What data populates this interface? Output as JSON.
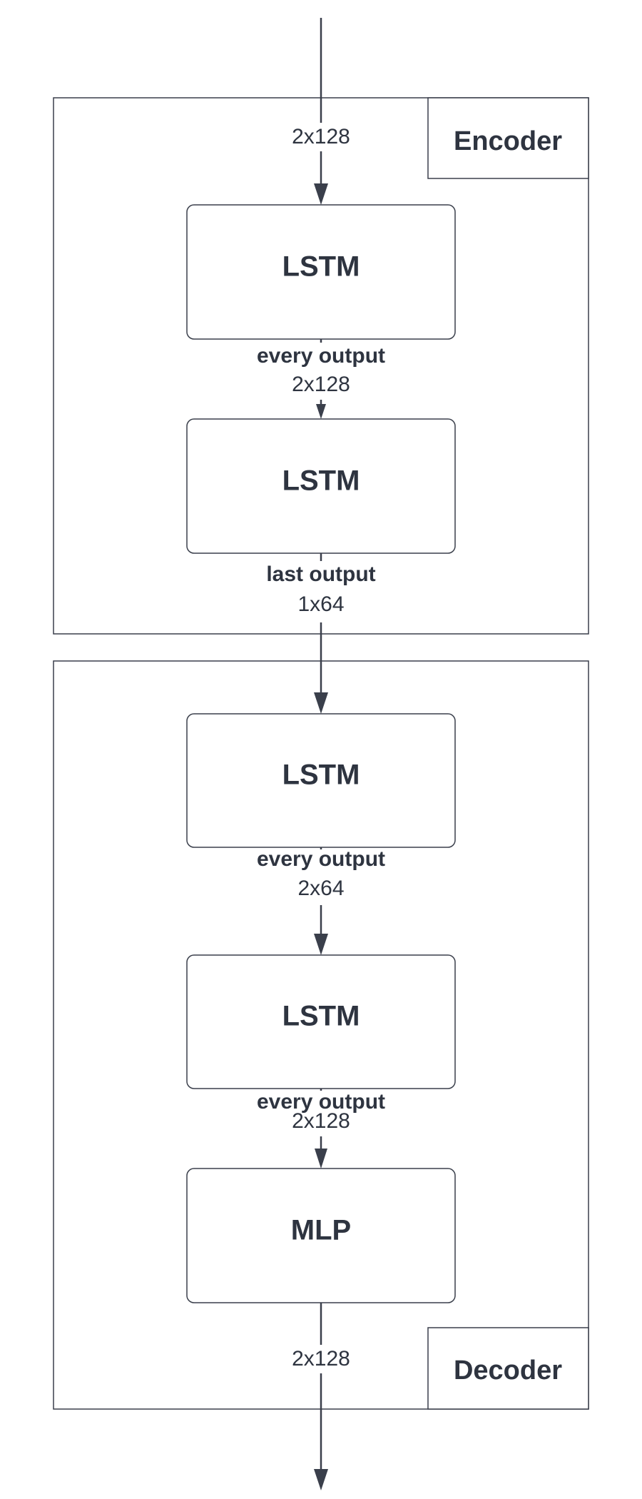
{
  "groups": {
    "encoder": "Encoder",
    "decoder": "Decoder"
  },
  "nodes": {
    "enc_lstm1": "LSTM",
    "enc_lstm2": "LSTM",
    "dec_lstm1": "LSTM",
    "dec_lstm2": "LSTM",
    "dec_mlp": "MLP"
  },
  "edges": {
    "input": {
      "shape": "2x128"
    },
    "enc_lstm1_out": {
      "kind": "every output",
      "shape": "2x128"
    },
    "enc_lstm2_out": {
      "kind": "last output",
      "shape": "1x64"
    },
    "dec_lstm1_out": {
      "kind": "every output",
      "shape": "2x64"
    },
    "dec_lstm2_out": {
      "kind": "every output",
      "shape": "2x128"
    },
    "output": {
      "shape": "2x128"
    }
  },
  "colors": {
    "stroke": "#3a3f4b",
    "text": "#2e3440"
  }
}
